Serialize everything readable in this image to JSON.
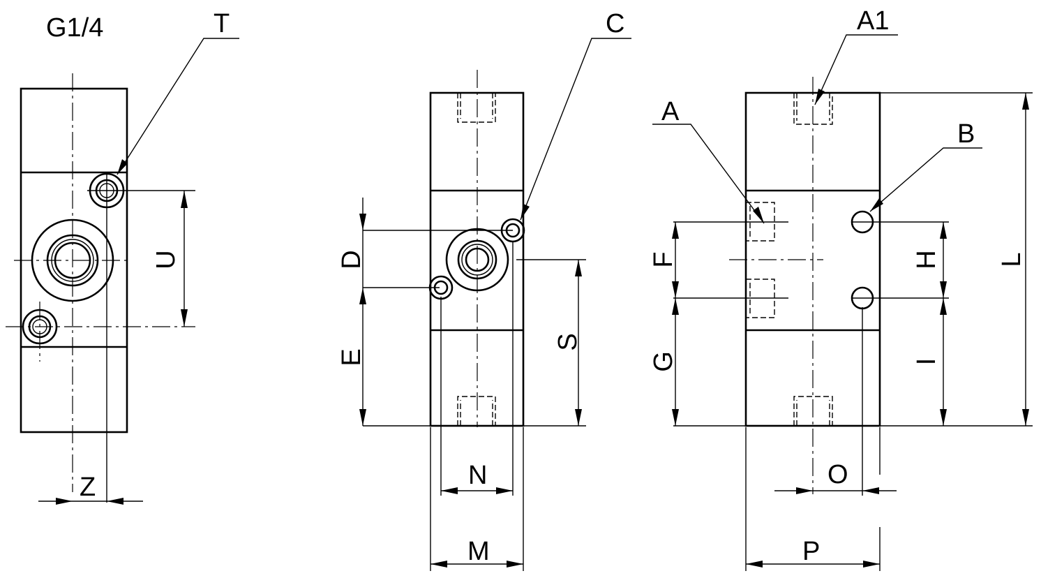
{
  "thread_note": "G1/4",
  "labels": {
    "T": "T",
    "C": "C",
    "A1": "A1",
    "A": "A",
    "B": "B",
    "U": "U",
    "D": "D",
    "E": "E",
    "S": "S",
    "F": "F",
    "G": "G",
    "H": "H",
    "I": "I",
    "L": "L",
    "Z": "Z",
    "N": "N",
    "M": "M",
    "O": "O",
    "P": "P"
  }
}
